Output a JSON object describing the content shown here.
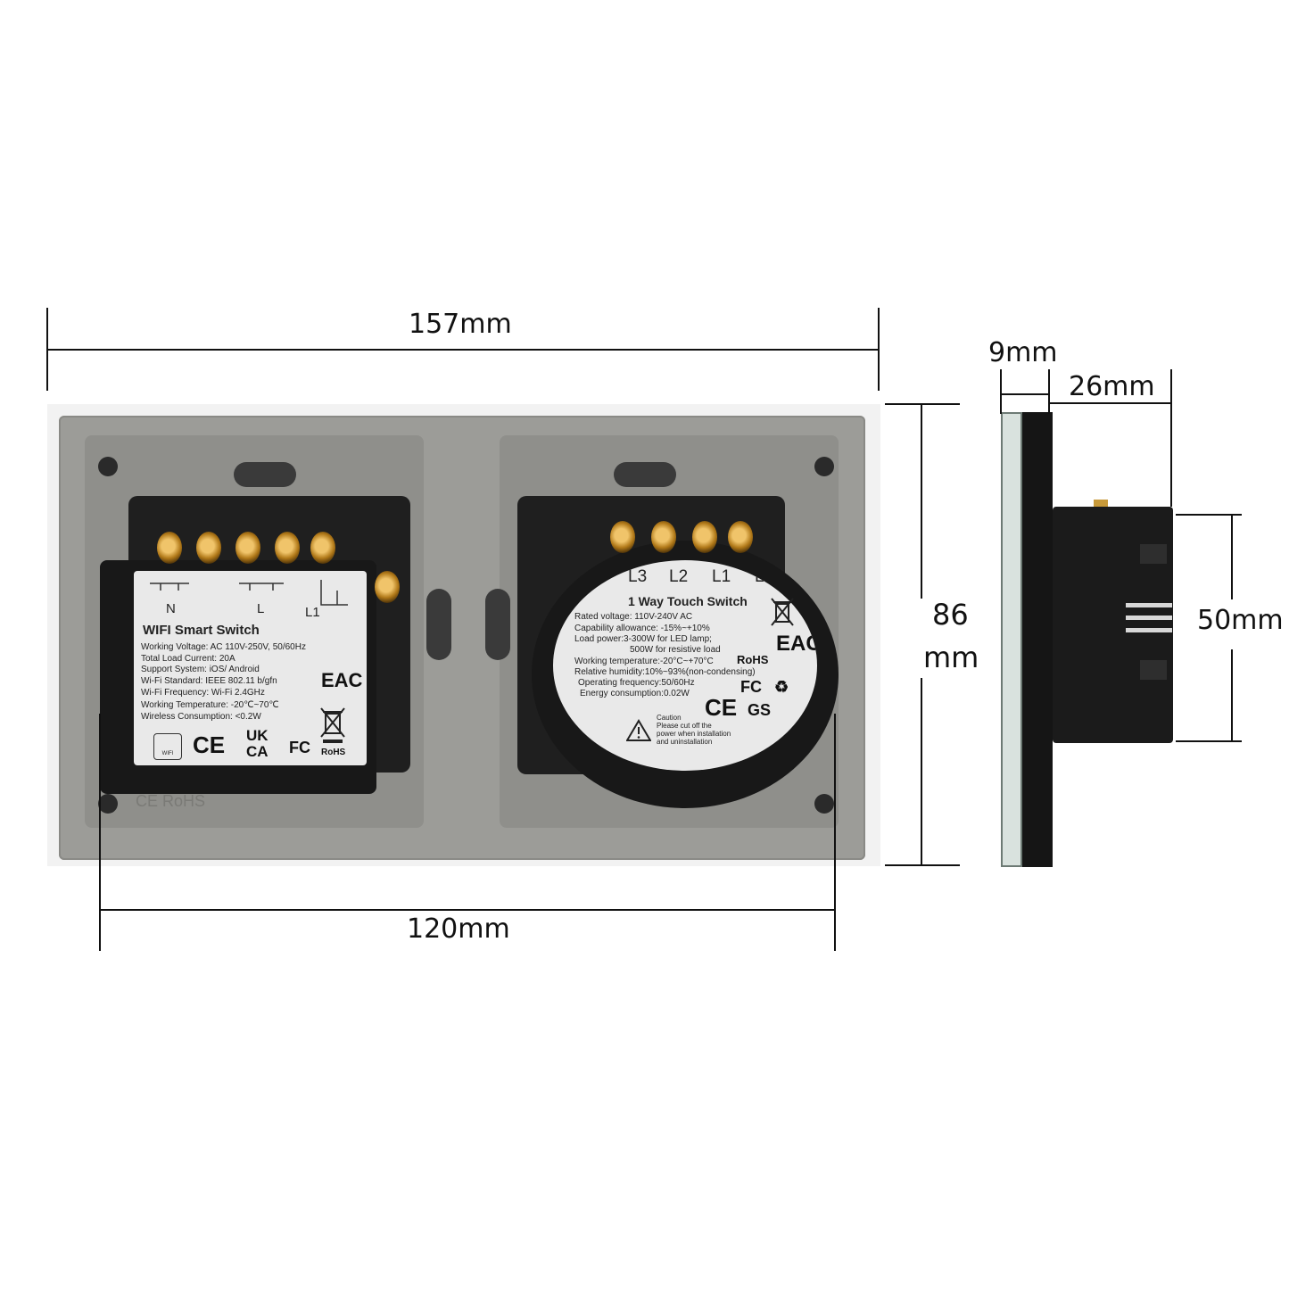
{
  "dimensions": {
    "width_label": "157mm",
    "inner_width_label": "120mm",
    "height_label_number": "86",
    "height_label_unit": "mm",
    "glass_label": "9mm",
    "depth_label": "26mm",
    "body_label": "50mm"
  },
  "left_module": {
    "terminals": [
      "N",
      "L",
      "L1"
    ],
    "title": "WIFI Smart Switch",
    "specs": [
      "Working Voltage: AC 110V-250V, 50/60Hz",
      "Total Load Current: 20A",
      "Support System: iOS/ Android",
      "Wi-Fi Standard: IEEE 802.11 b/gfn",
      "Wi-Fi Frequency: Wi-Fi 2.4GHz",
      "Working Temperature: -20℃~70℃",
      "Wireless Consumption: <0.2W"
    ],
    "marks": [
      "CE",
      "UK CA",
      "FC",
      "EAC",
      "RoHS"
    ],
    "wifi_badge": "WIFI"
  },
  "right_module": {
    "terminals": [
      "L3",
      "L2",
      "L1",
      "L"
    ],
    "title": "1 Way Touch Switch",
    "specs": [
      "Rated voltage: 110V-240V AC",
      "Capability allowance: -15%~+10%",
      "Load power:3-300W for LED lamp;",
      "500W for resistive load",
      "Working temperature:-20°C~+70°C",
      "Relative humidity:10%~93%(non-condensing)",
      "Operating frequency:50/60Hz",
      "Energy consumption:0.02W"
    ],
    "caution_title": "Caution",
    "caution_text": [
      "Please cut off the",
      "power when installation",
      "and uninstallation"
    ],
    "marks": [
      "RoHS",
      "EAC",
      "FC",
      "CE",
      "GS"
    ]
  },
  "backplate_marks": "CE RoHS"
}
